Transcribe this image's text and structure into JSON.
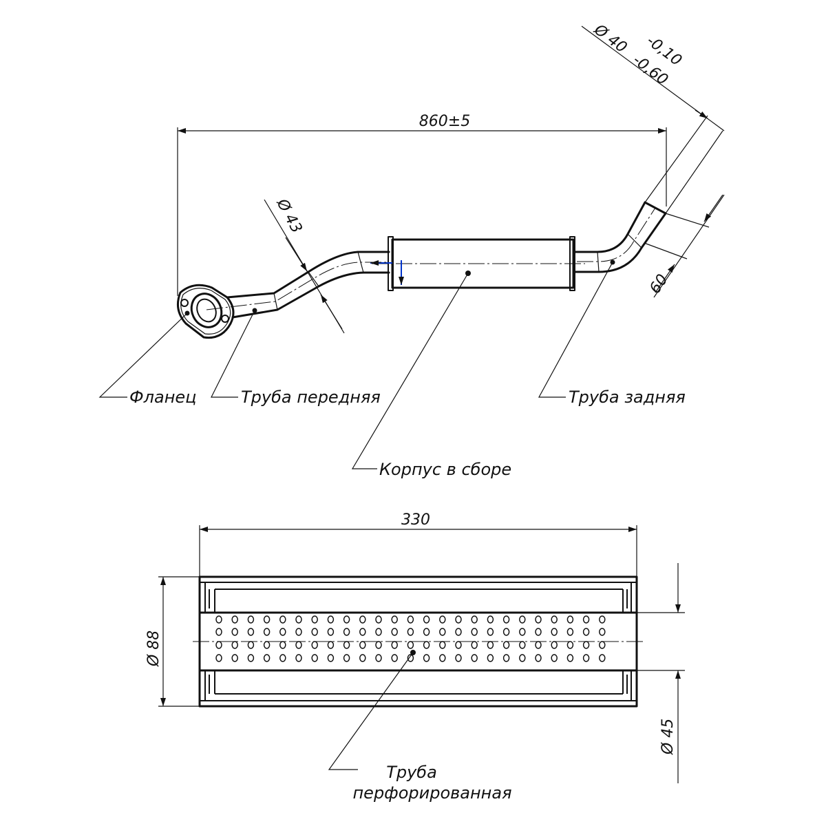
{
  "colors": {
    "ink": "#111111",
    "highlight": "#0033cc",
    "background": "#ffffff"
  },
  "top_view": {
    "dimensions": {
      "overall_length": "860±5",
      "front_pipe_diameter": "Ø 43",
      "rear_pipe_diameter": "Ø 40",
      "rear_tolerance_upper": "-0,10",
      "rear_tolerance_lower": "-0,60",
      "rear_offset": "60"
    },
    "callouts": {
      "flange": "Фланец",
      "front_pipe": "Труба передняя",
      "rear_pipe": "Труба задняя",
      "body_assembly": "Корпус в сборе"
    }
  },
  "section_view": {
    "dimensions": {
      "length": "330",
      "body_diameter": "Ø 88",
      "perforated_diameter": "Ø 45"
    },
    "callouts": {
      "perforated_pipe_line1": "Труба",
      "perforated_pipe_line2": "перфорированная"
    }
  }
}
